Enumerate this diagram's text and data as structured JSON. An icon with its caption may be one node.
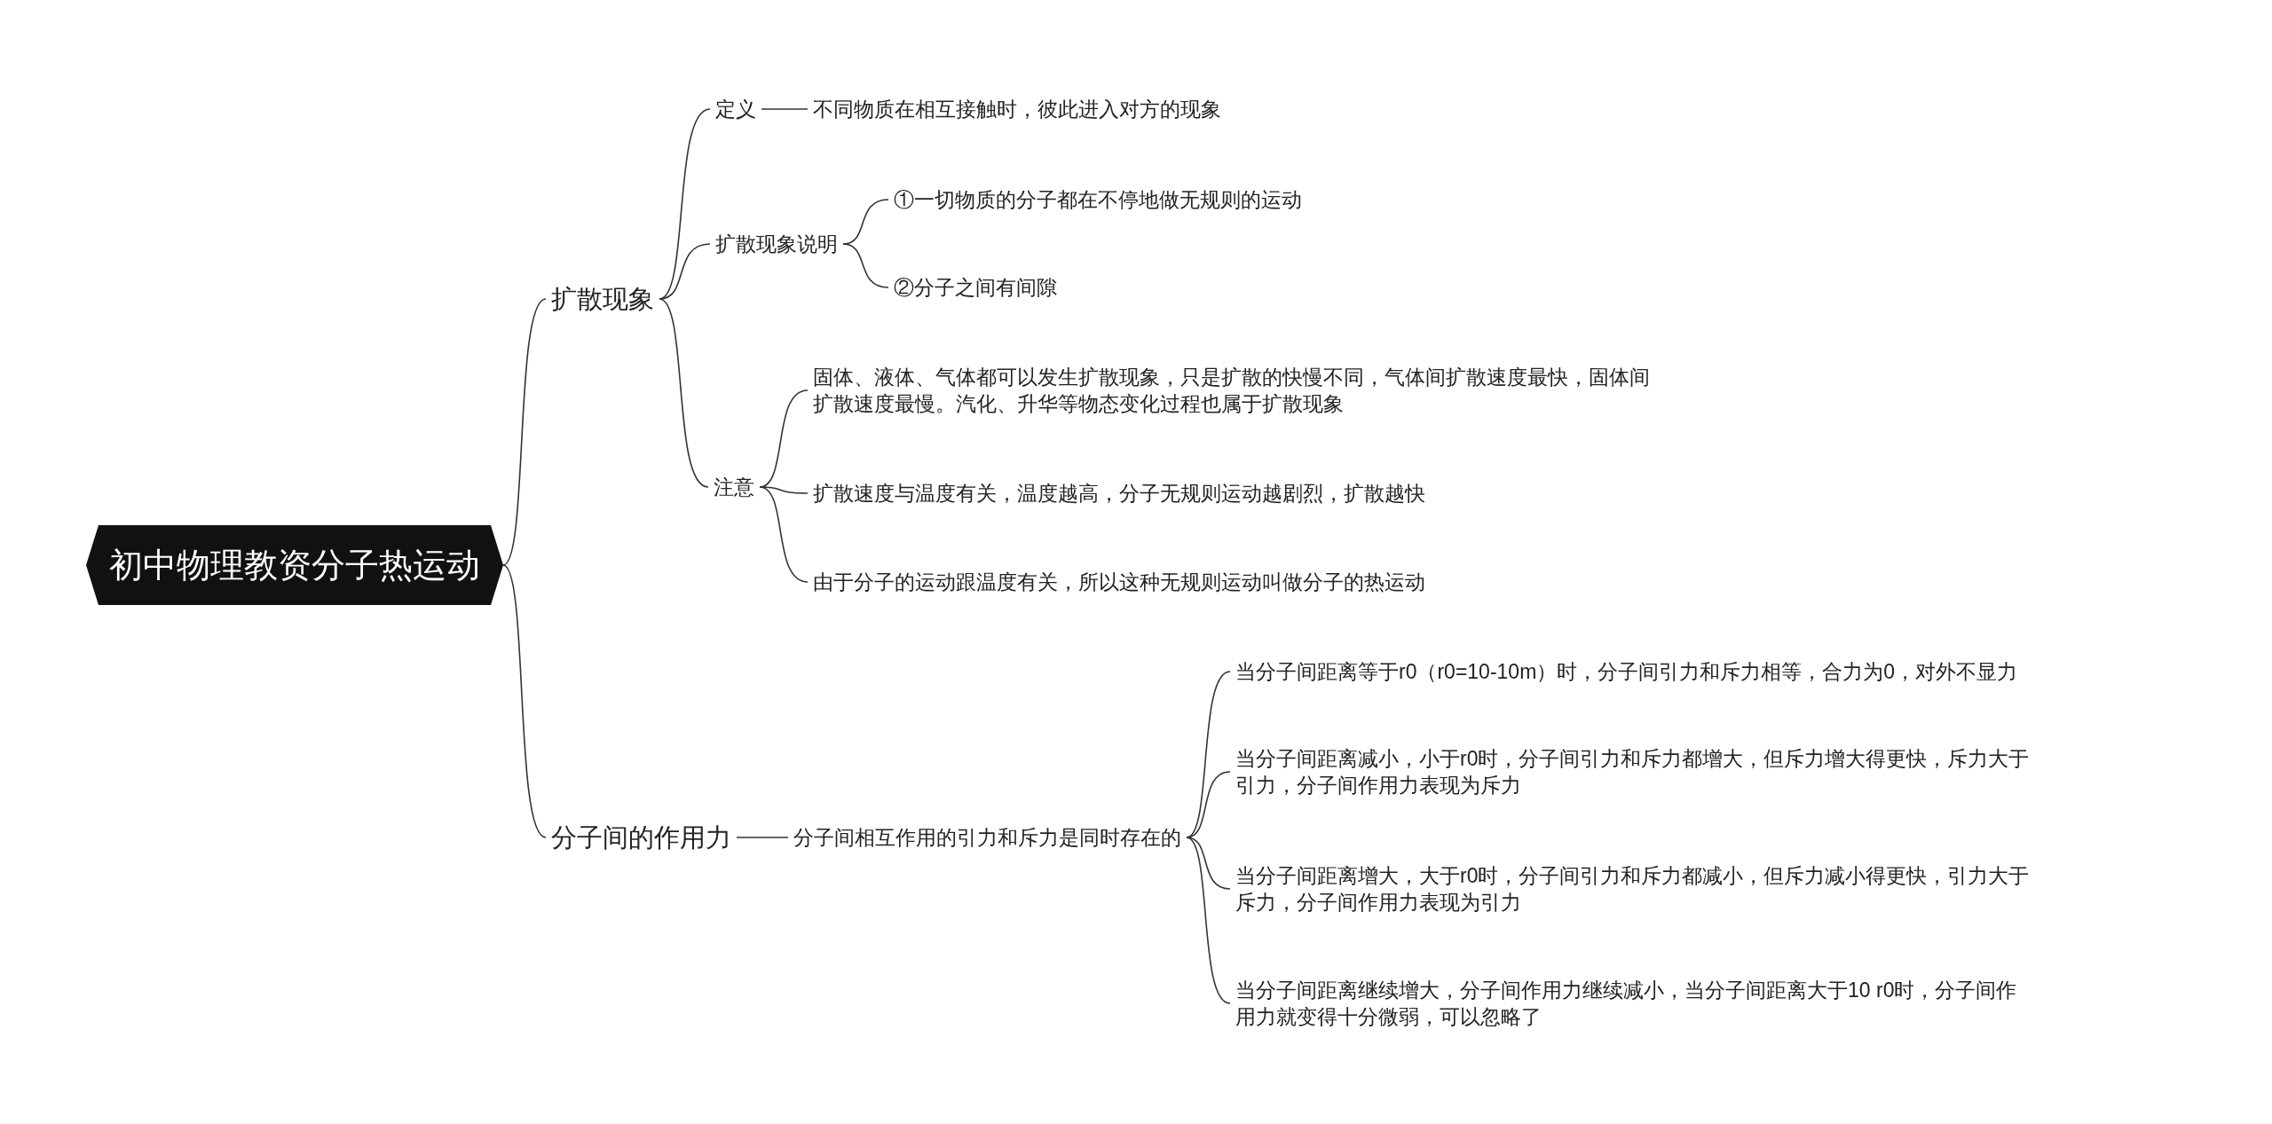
{
  "diagram": {
    "nodes": [
      {
        "text": [
          "初中物理教资分子热运动"
        ]
      },
      {
        "text": [
          "扩散现象"
        ]
      },
      {
        "text": [
          "定义"
        ]
      },
      {
        "text": [
          "不同物质在相互接触时，彼此进入对方的现象"
        ]
      },
      {
        "text": [
          "扩散现象说明"
        ]
      },
      {
        "text": [
          "①一切物质的分子都在不停地做无规则的运动"
        ]
      },
      {
        "text": [
          "②分子之间有间隙"
        ]
      },
      {
        "text": [
          "注意"
        ]
      },
      {
        "text": [
          "固体、液体、气体都可以发生扩散现象，只是扩散的快慢不同，气体间扩散速度最快，固体间扩散速度最慢。汽化、升华等物态变化过程也属于扩散现象"
        ]
      },
      {
        "text": [
          "扩散速度与温度有关，温度越高，分子无规则运动越剧烈，扩散越快"
        ]
      },
      {
        "text": [
          "由于分子的运动跟温度有关，所以这种无规则运动叫做分子的热运动"
        ]
      },
      {
        "text": [
          "分子间的作用力"
        ]
      },
      {
        "text": [
          "分子间相互作用的引力和斥力是同时存在的"
        ]
      },
      {
        "text": [
          "当分子间距离等于r0（r0=10-10m）时，分子间引力和斥力相等，合力为0，对外不显力"
        ]
      },
      {
        "text": [
          "当分子间距离减小，小于r0时，分子间引力和斥力都增大，但斥力增大得更快，斥力大于引力，分子间作用力表现为斥力"
        ]
      },
      {
        "text": [
          "当分子间距离增大，大于r0时，分子间引力和斥力都减小，但斥力减小得更快，引力大于斥力，分子间作用力表现为引力"
        ]
      },
      {
        "text": [
          "当分子间距离继续增大，分子间作用力继续减小，当分子间距离大于10 r0时，分子间作用力就变得十分微弱，可以忽略了"
        ]
      }
    ],
    "edges": [
      {
        "from": 0,
        "to": 1,
        "arrow": "none"
      },
      {
        "from": 1,
        "to": 2,
        "arrow": "none"
      },
      {
        "from": 2,
        "to": 3,
        "arrow": "none"
      },
      {
        "from": 1,
        "to": 4,
        "arrow": "none"
      },
      {
        "from": 4,
        "to": 5,
        "arrow": "none"
      },
      {
        "from": 4,
        "to": 6,
        "arrow": "none"
      },
      {
        "from": 1,
        "to": 7,
        "arrow": "none"
      },
      {
        "from": 7,
        "to": 8,
        "arrow": "none"
      },
      {
        "from": 7,
        "to": 9,
        "arrow": "none"
      },
      {
        "from": 7,
        "to": 10,
        "arrow": "none"
      },
      {
        "from": 0,
        "to": 11,
        "arrow": "none"
      },
      {
        "from": 11,
        "to": 12,
        "arrow": "none"
      },
      {
        "from": 12,
        "to": 13,
        "arrow": "none"
      },
      {
        "from": 12,
        "to": 14,
        "arrow": "none"
      },
      {
        "from": 12,
        "to": 15,
        "arrow": "none"
      },
      {
        "from": 12,
        "to": 16,
        "arrow": "none"
      }
    ]
  }
}
